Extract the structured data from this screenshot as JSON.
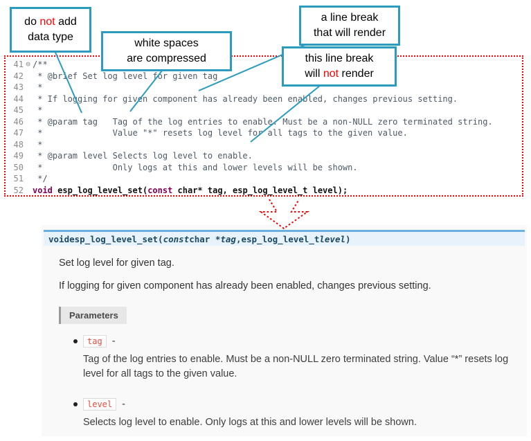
{
  "callouts": {
    "no_datatype": {
      "l1a": "do ",
      "l1b": "not",
      "l1c": " add",
      "l2": "data type"
    },
    "whitespace": {
      "l1": "white spaces",
      "l2": "are compressed"
    },
    "break_render": {
      "l1": "a line break",
      "l2": "that will render"
    },
    "break_norender": {
      "l1": "this line break",
      "l2a": "will ",
      "l2b": "not",
      "l2c": " render"
    }
  },
  "code": {
    "fold_icon": "⊖",
    "lines": [
      {
        "num": "41",
        "text": "/**"
      },
      {
        "num": "42",
        "text": " * @brief Set log level for given tag"
      },
      {
        "num": "43",
        "text": " *"
      },
      {
        "num": "44",
        "text": " * If logging for given component has already been enabled, changes previous setting."
      },
      {
        "num": "45",
        "text": " *"
      },
      {
        "num": "46",
        "text": " * @param tag   Tag of the log entries to enable. Must be a non-NULL zero terminated string."
      },
      {
        "num": "47",
        "text": " *              Value \"*\" resets log level for all tags to the given value."
      },
      {
        "num": "48",
        "text": " *"
      },
      {
        "num": "49",
        "text": " * @param level Selects log level to enable."
      },
      {
        "num": "50",
        "text": " *              Only logs at this and lower levels will be shown."
      },
      {
        "num": "51",
        "text": " */"
      }
    ],
    "line52": {
      "num": "52",
      "kw1": "void",
      "name": " esp_log_level_set(",
      "kw2": "const",
      "rest": " char* tag, esp_log_level_t level);"
    }
  },
  "doc": {
    "signature": {
      "kw1": "void",
      "name": " esp_log_level_set(",
      "kw2": "const",
      "ptr": "  char *",
      "p1": "tag",
      "sep": ", ",
      "type2": "esp_log_level_t ",
      "p2": "level",
      "close": ")"
    },
    "p1": "Set log level for given tag.",
    "p2": "If logging for given component has already been enabled, changes previous setting.",
    "params_label": "Parameters",
    "params": [
      {
        "name": "tag",
        "dash": "-",
        "desc": "Tag of the log entries to enable. Must be a non-NULL zero terminated string. Value “*” resets log level for all tags to the given value."
      },
      {
        "name": "level",
        "dash": "-",
        "desc": "Selects log level to enable. Only logs at this and lower levels will be shown."
      }
    ]
  },
  "colors": {
    "teal": "#2b9cbd",
    "red": "#ff0000",
    "arrow_red": "#ee0000"
  }
}
